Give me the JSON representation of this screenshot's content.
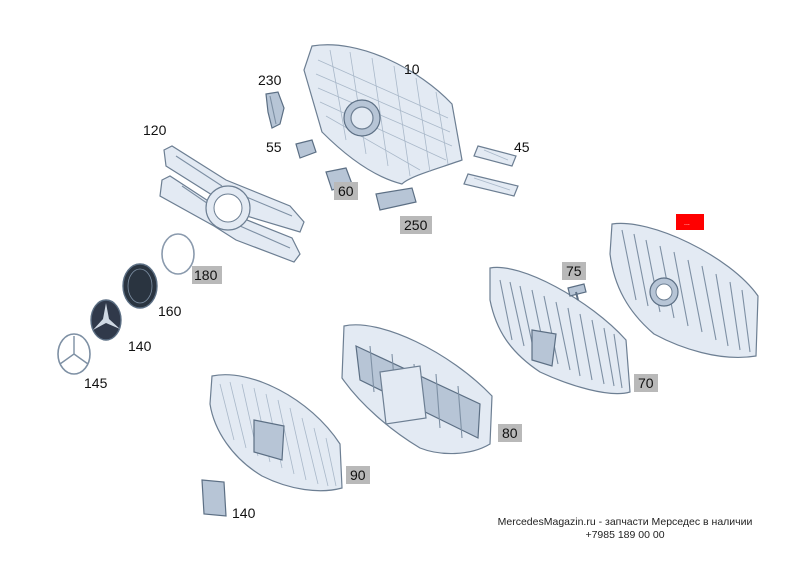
{
  "callouts": [
    {
      "id": "10",
      "label": "10",
      "boxed": false
    },
    {
      "id": "230",
      "label": "230",
      "boxed": false
    },
    {
      "id": "120",
      "label": "120",
      "boxed": false
    },
    {
      "id": "55",
      "label": "55",
      "boxed": false
    },
    {
      "id": "45",
      "label": "45",
      "boxed": false
    },
    {
      "id": "60",
      "label": "60",
      "boxed": true
    },
    {
      "id": "250",
      "label": "250",
      "boxed": true
    },
    {
      "id": "180",
      "label": "180",
      "boxed": true
    },
    {
      "id": "75",
      "label": "75",
      "boxed": true
    },
    {
      "id": "160",
      "label": "160",
      "boxed": false
    },
    {
      "id": "140a",
      "label": "140",
      "boxed": false
    },
    {
      "id": "145",
      "label": "145",
      "boxed": false
    },
    {
      "id": "70",
      "label": "70",
      "boxed": true
    },
    {
      "id": "80",
      "label": "80",
      "boxed": true
    },
    {
      "id": "90",
      "label": "90",
      "boxed": true
    },
    {
      "id": "140b",
      "label": "140",
      "boxed": false
    }
  ],
  "red_tag": {
    "label": "..."
  },
  "watermark": {
    "line1": "MercedesMagazin.ru - запчасти Мерседес в наличии",
    "line2": "+7985 189 00 00"
  },
  "colors": {
    "tag_gray": "#b9b9b9",
    "tag_red": "#ff0000",
    "part_fill": "#e3eaf3",
    "part_stroke": "#6d7f93"
  }
}
